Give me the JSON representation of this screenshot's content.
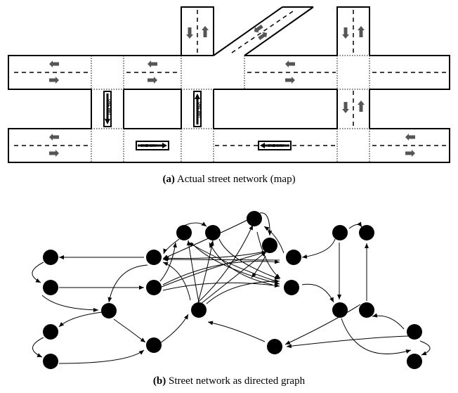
{
  "captions": {
    "a_label": "(a)",
    "a_text": "Actual street network (map)",
    "b_label": "(b)",
    "b_text": "Street network as directed graph"
  },
  "signs": {
    "one_way": "ONE WAY"
  },
  "colors": {
    "road_fill": "#ffffff",
    "outline": "#000000",
    "arrow": "#555555",
    "node": "#000000"
  },
  "icons": [
    "two-way-arrow-icon",
    "one-way-sign-icon"
  ]
}
